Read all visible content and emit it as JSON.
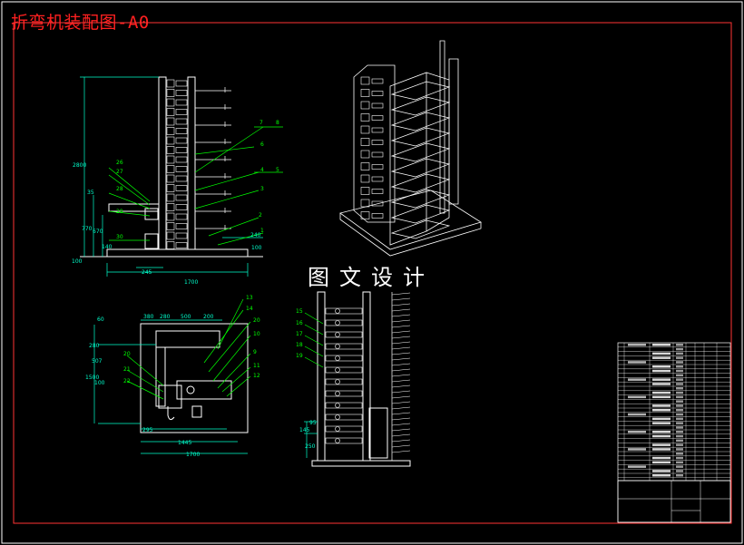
{
  "title": "折弯机装配图-A0",
  "watermark": "图文设计",
  "front_view": {
    "dims": {
      "overall_height": "2800",
      "d_670": "670",
      "d_770": "770",
      "d_35": "35",
      "d_140": "140",
      "d_100_left": "100",
      "d_245": "245",
      "d_240": "240",
      "d_100_right": "100",
      "width": "1700"
    },
    "balloons": [
      "7",
      "8",
      "6",
      "4",
      "5",
      "3",
      "2",
      "1",
      "26",
      "27",
      "28",
      "29",
      "30"
    ]
  },
  "top_view": {
    "dims": {
      "d_60": "60",
      "d_380": "380",
      "d_280": "280",
      "d_500": "500",
      "d_200": "200",
      "d_280_l": "280",
      "d_507": "507",
      "d_1500": "1500",
      "d_100": "100",
      "d_295": "295",
      "d_1445": "1445",
      "width": "1700"
    },
    "balloons": [
      "13",
      "14",
      "20",
      "10",
      "9",
      "11",
      "12",
      "20",
      "21",
      "22"
    ]
  },
  "side_view": {
    "dims": {
      "d_95": "95",
      "d_145": "145",
      "d_250": "250"
    },
    "balloons": [
      "15",
      "16",
      "17",
      "18",
      "19"
    ]
  }
}
